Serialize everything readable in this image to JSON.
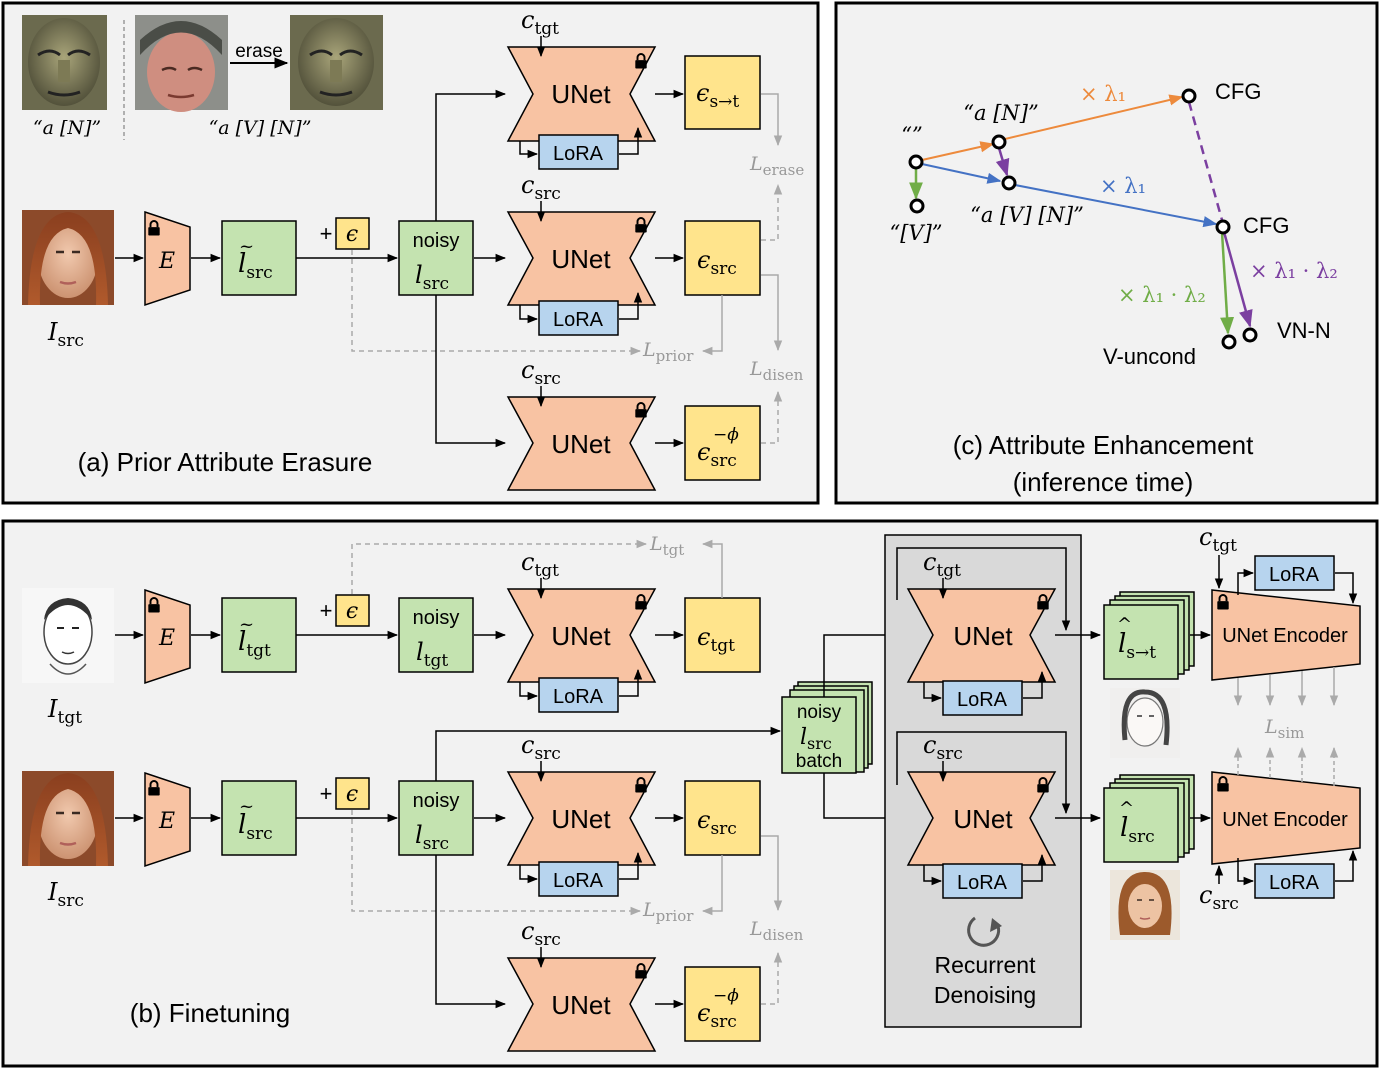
{
  "panels": {
    "a_title": "(a) Prior Attribute Erasure",
    "b_title": "(b) Finetuning",
    "c_title_line1": "(c) Attribute Enhancement",
    "c_title_line2": "(inference time)"
  },
  "labels": {
    "unet": "UNet",
    "lora": "LoRA",
    "encoder": "E",
    "noisy": "noisy",
    "batch": "batch",
    "erase": "erase",
    "unet_encoder": "UNet Encoder",
    "recurrent_1": "Recurrent",
    "recurrent_2": "Denoising",
    "prompt_n": "“a [N]”",
    "prompt_vn": "“a [V] [N]”",
    "prompt_empty": "“”",
    "prompt_v": "“[V]”",
    "cfg": "CFG",
    "v_uncond": "V-uncond",
    "vn_n": "VN-N",
    "lambda1": "× λ₁",
    "lambda12": "× λ₁ · λ₂"
  },
  "colors": {
    "unet_fill": "#f8c3a3",
    "latent_fill": "#c4e3b0",
    "eps_fill": "#ffe48c",
    "lora_fill": "#b7d4ee",
    "grey_panel": "#d9d9d9",
    "orange": "#ed8a3c",
    "blue": "#4472c4",
    "purple": "#7b3fa0",
    "green": "#70ad47"
  },
  "icons": [
    "lock-icon",
    "recurrent-arrow-icon"
  ],
  "images": [
    "mask-face",
    "helmet-face",
    "erased-face",
    "source-face",
    "sketch-face",
    "sketch-output-face",
    "painted-output-face"
  ]
}
